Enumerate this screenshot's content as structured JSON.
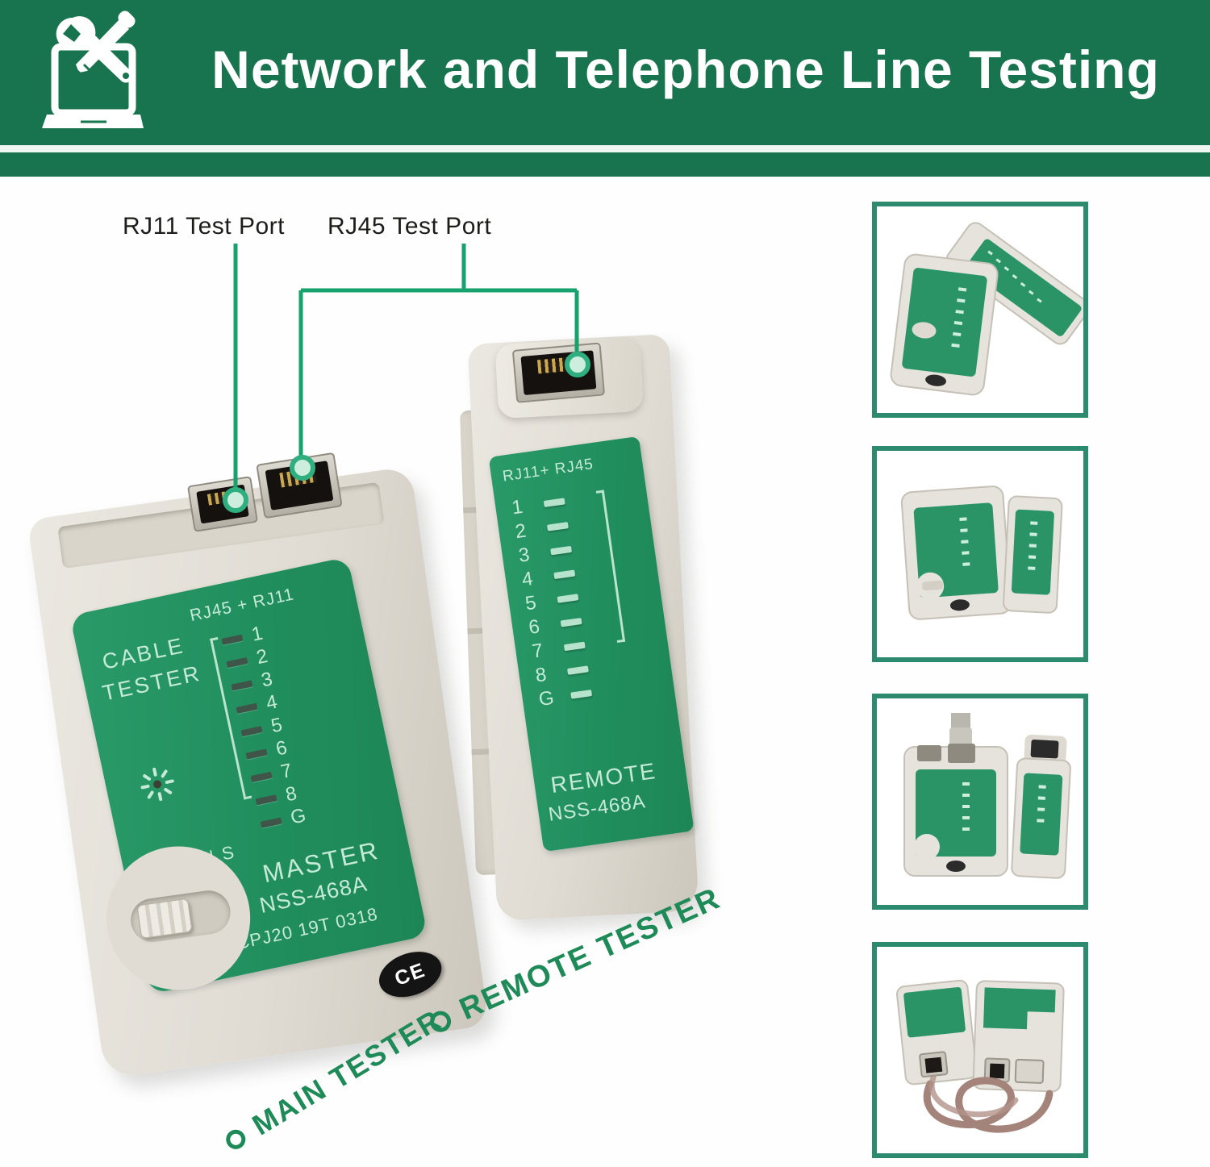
{
  "header": {
    "title": "Network and Telephone Line Testing",
    "icon": "laptop-tools-icon",
    "bg_color": "#17744e"
  },
  "callouts": {
    "rj11_label": "RJ11 Test Port",
    "rj45_label": "RJ45 Test Port",
    "line_color": "#16a16d"
  },
  "main_tester": {
    "panel_title_line1": "CABLE",
    "panel_title_line2": "TESTER",
    "pin_header": "RJ45 + RJ11",
    "pins": [
      "1",
      "2",
      "3",
      "4",
      "5",
      "6",
      "7",
      "8",
      "G"
    ],
    "led_icon": "sun-led-icon",
    "switch_label": "OFF ON S",
    "model_line1": "MASTER",
    "model_line2": "NSS-468A",
    "serial": "CPJ20 19T 0318",
    "ce_mark": "CE"
  },
  "remote_tester": {
    "pin_header": "RJ11+ RJ45",
    "pins": [
      "1",
      "2",
      "3",
      "4",
      "5",
      "6",
      "7",
      "8",
      "G"
    ],
    "model_line1": "REMOTE",
    "model_line2": "NSS-468A"
  },
  "captions": {
    "main": "MAIN TESTER",
    "remote": "REMOTE TESTER"
  },
  "colors": {
    "banner_green": "#17744e",
    "panel_green": "#218e5e",
    "panel_text_mint": "#c5ead8",
    "callout_green": "#16a16d",
    "caption_green": "#1e8a58",
    "thumbnail_border": "#2c8a6e",
    "body_beige": "#e0dcd4"
  }
}
